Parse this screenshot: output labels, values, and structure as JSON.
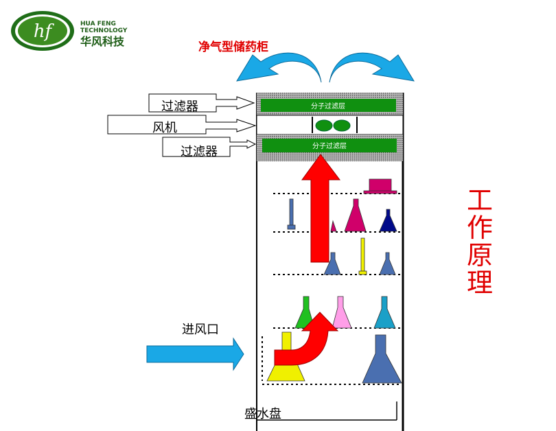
{
  "logo": {
    "brand_en_1": "HUA FENG",
    "brand_en_2": "TECHNOLOGY",
    "brand_cn": "华风科技",
    "mark": "hf"
  },
  "title": "净气型储药柜",
  "side_title": [
    "工",
    "作",
    "原",
    "理"
  ],
  "labels": {
    "filter_top": "过滤器",
    "fan": "风机",
    "filter_bottom": "过滤器",
    "inlet": "进风口",
    "tray": "盛水盘"
  },
  "filter_layer_text": "分子过滤层",
  "colors": {
    "title": "#e00000",
    "filter": "#109010",
    "blue_arrow": "#1aa8e6",
    "red_arrow": "#ff0000"
  }
}
